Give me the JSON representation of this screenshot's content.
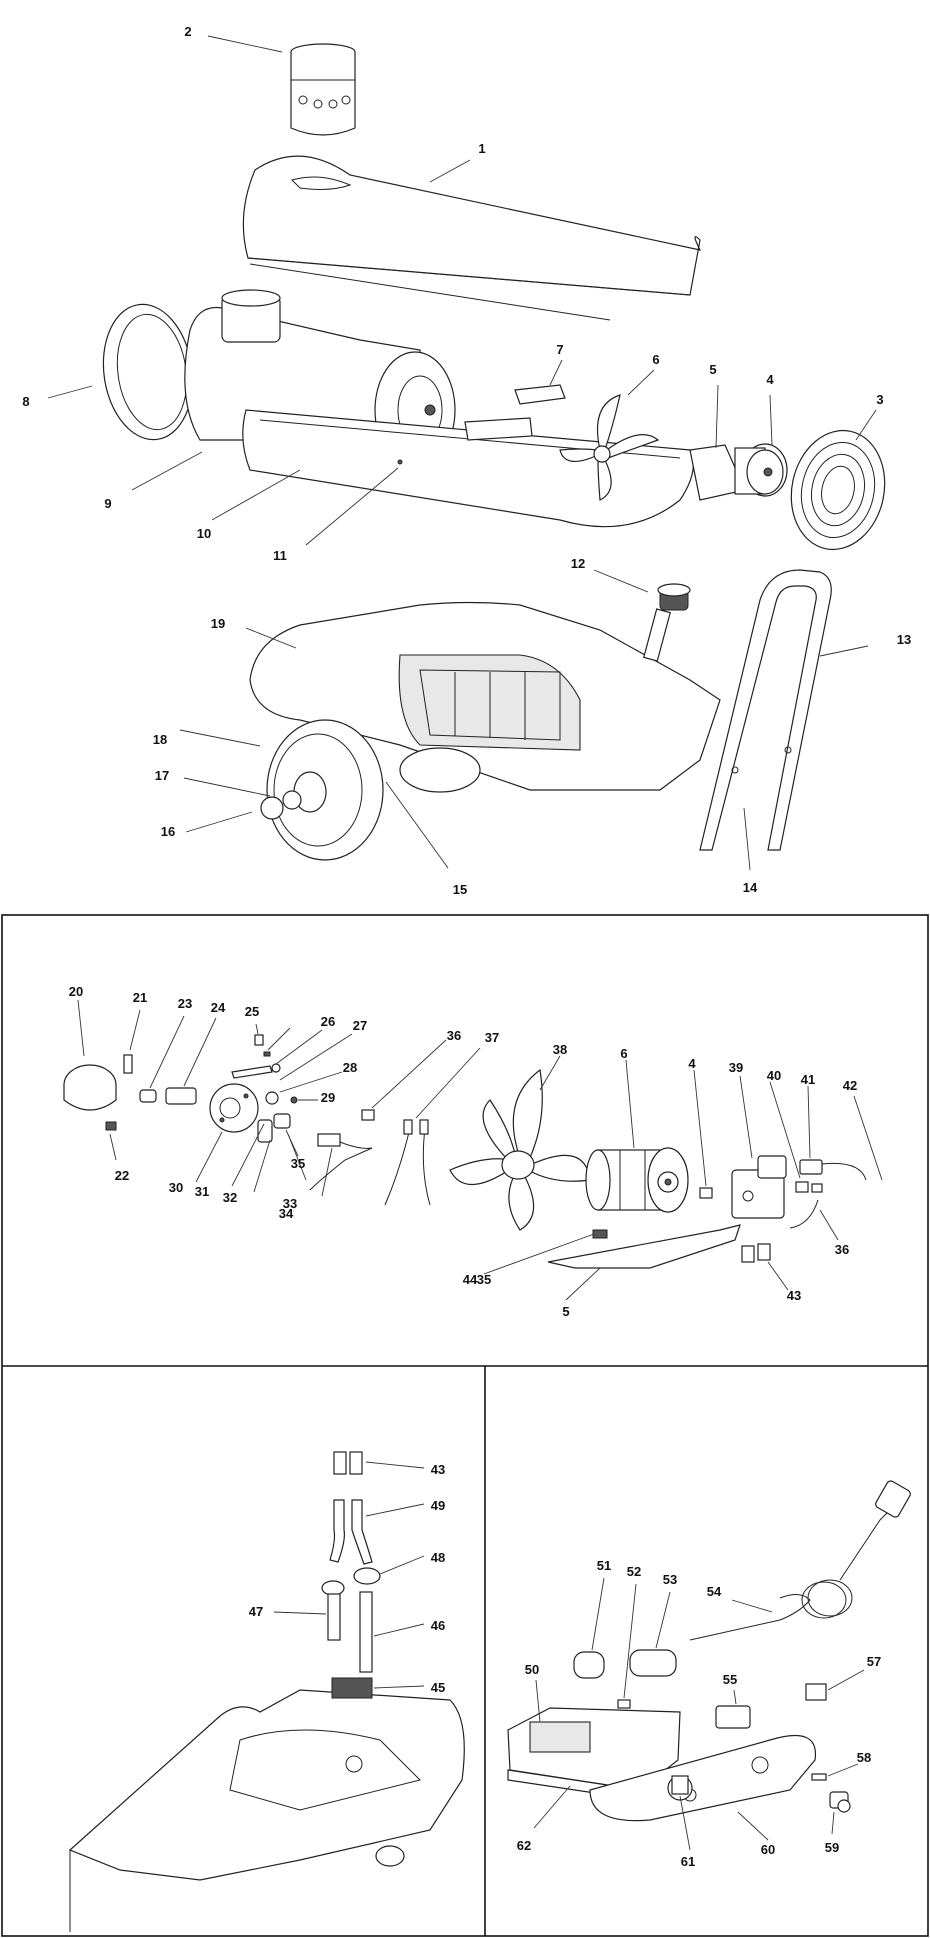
{
  "panels": [
    {
      "id": "main-assembly",
      "callouts": [
        "1",
        "2",
        "3",
        "4",
        "5",
        "6",
        "7",
        "8",
        "9",
        "10",
        "11",
        "12",
        "13",
        "14",
        "15",
        "16",
        "17",
        "18",
        "19"
      ]
    },
    {
      "id": "burner-assembly",
      "callouts": [
        "20",
        "21",
        "22",
        "23",
        "24",
        "25",
        "26",
        "27",
        "28",
        "29",
        "30",
        "31",
        "32",
        "33",
        "34",
        "35",
        "36",
        "37",
        "38",
        "6",
        "4",
        "39",
        "40",
        "41",
        "42",
        "36",
        "35",
        "44",
        "5",
        "43"
      ]
    },
    {
      "id": "tank-fittings",
      "callouts": [
        "43",
        "49",
        "48",
        "47",
        "46",
        "45"
      ]
    },
    {
      "id": "electrical-panel",
      "callouts": [
        "51",
        "52",
        "53",
        "54",
        "50",
        "55",
        "57",
        "58",
        "62",
        "59",
        "61",
        "60"
      ]
    }
  ]
}
